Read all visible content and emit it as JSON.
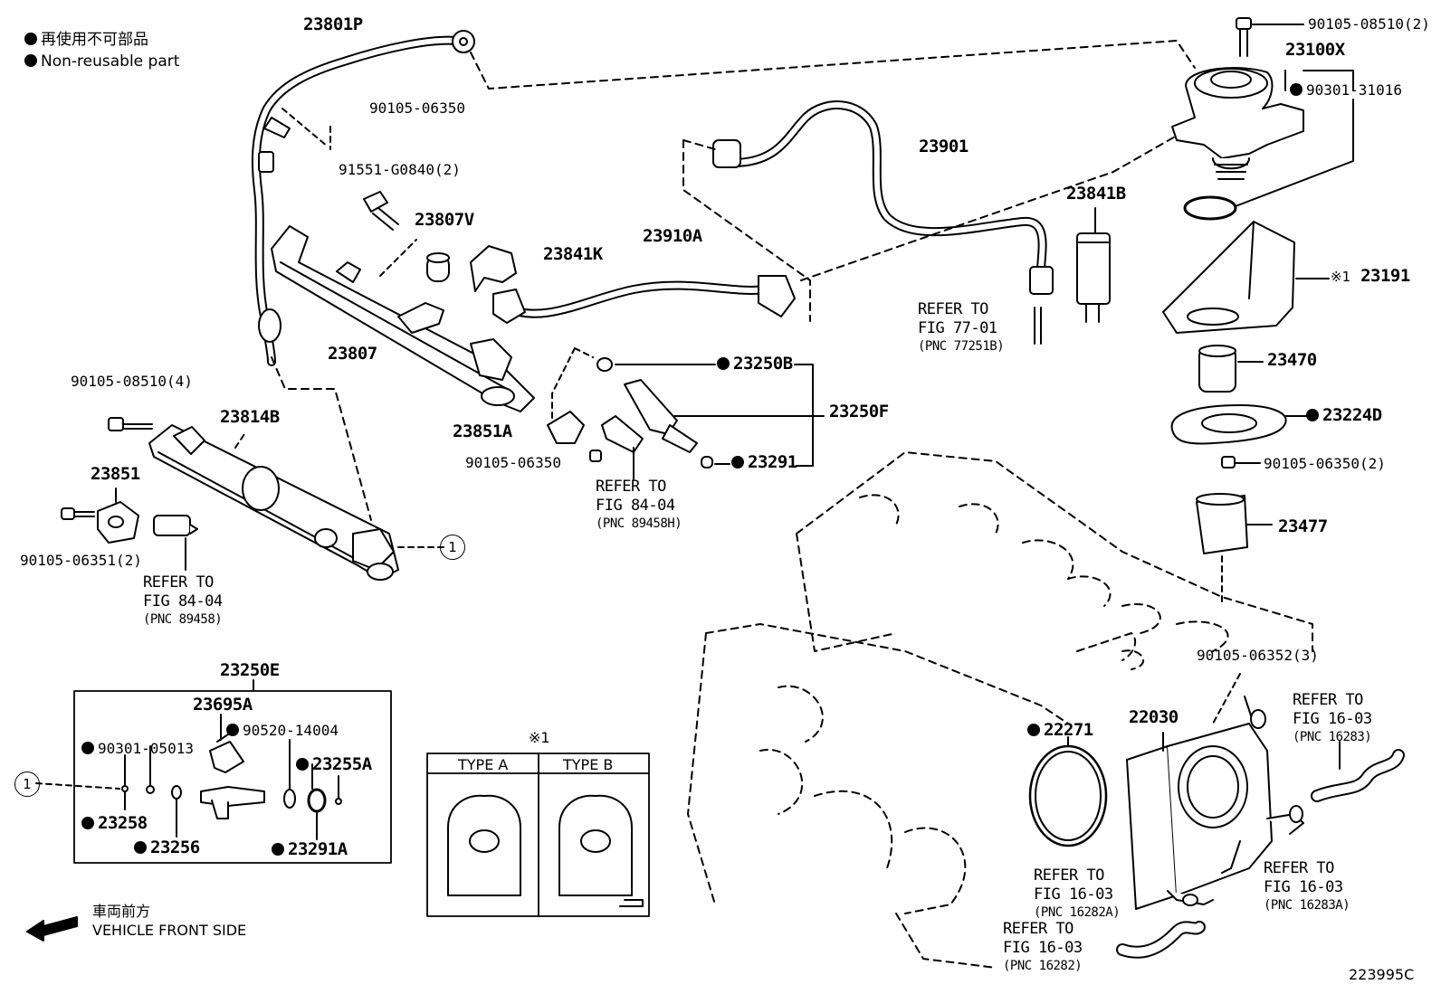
{
  "legend": {
    "jp": "再使用不可部品",
    "en": "Non-reusable part"
  },
  "front": {
    "jp": "車両前方",
    "en": "VEHICLE FRONT SIDE"
  },
  "diagram_id": "223995C",
  "circle_ref": "1",
  "note_mark": "※1",
  "types": {
    "a": "TYPE A",
    "b": "TYPE B"
  },
  "parts": {
    "p23801P": "23801P",
    "p90105_06350_top": "90105-06350",
    "p91551": "91551-G0840(2)",
    "p23807V": "23807V",
    "p23841K": "23841K",
    "p23910A": "23910A",
    "p23901": "23901",
    "p23841B": "23841B",
    "p90105_08510_2": "90105-08510(2)",
    "p23100X": "23100X",
    "p90301_31016": "90301-31016",
    "p23191": "23191",
    "p23807": "23807",
    "p90105_08510_4": "90105-08510(4)",
    "p23814B": "23814B",
    "p23851": "23851",
    "p90105_06351": "90105-06351(2)",
    "p23250B": "23250B",
    "p23250F": "23250F",
    "p23851A": "23851A",
    "p90105_06350_mid": "90105-06350",
    "p23291": "23291",
    "p23470": "23470",
    "p23224D": "23224D",
    "p90105_06350_2": "90105-06350(2)",
    "p23477": "23477",
    "p23250E": "23250E",
    "p23695A": "23695A",
    "p90520": "90520-14004",
    "p90301_05013": "90301-05013",
    "p23255A": "23255A",
    "p23258": "23258",
    "p23256": "23256",
    "p23291A": "23291A",
    "p90105_06352": "90105-06352(3)",
    "p22271": "22271",
    "p22030": "22030"
  },
  "refs": {
    "r77": {
      "l1": "REFER TO",
      "l2": "FIG 77-01",
      "l3": "(PNC 77251B)"
    },
    "r84a": {
      "l1": "REFER TO",
      "l2": "FIG 84-04",
      "l3": "(PNC 89458)"
    },
    "r84b": {
      "l1": "REFER TO",
      "l2": "FIG 84-04",
      "l3": "(PNC 89458H)"
    },
    "r16283": {
      "l1": "REFER TO",
      "l2": "FIG 16-03",
      "l3": "(PNC 16283)"
    },
    "r16282A": {
      "l1": "REFER TO",
      "l2": "FIG 16-03",
      "l3": "(PNC 16282A)"
    },
    "r16283A": {
      "l1": "REFER TO",
      "l2": "FIG 16-03",
      "l3": "(PNC 16283A)"
    },
    "r16282": {
      "l1": "REFER TO",
      "l2": "FIG 16-03",
      "l3": "(PNC 16282)"
    }
  }
}
